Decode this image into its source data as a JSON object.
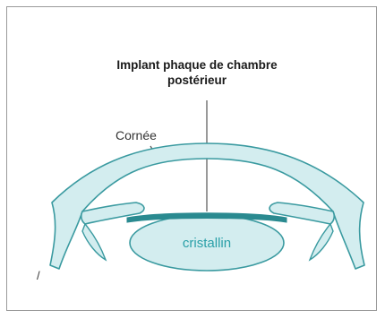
{
  "diagram": {
    "title_line1": "Implant phaque de chambre",
    "title_line2": "postérieur",
    "cornea_label": "Cornée",
    "lens_label": "cristallin",
    "stray_mark": "/",
    "colors": {
      "tissue_fill": "#d3edef",
      "tissue_stroke": "#3a9aa0",
      "implant": "#2a8a90",
      "lens_text": "#2aa0a8",
      "frame": "#9a9a9a",
      "pointer": "#555555"
    }
  }
}
